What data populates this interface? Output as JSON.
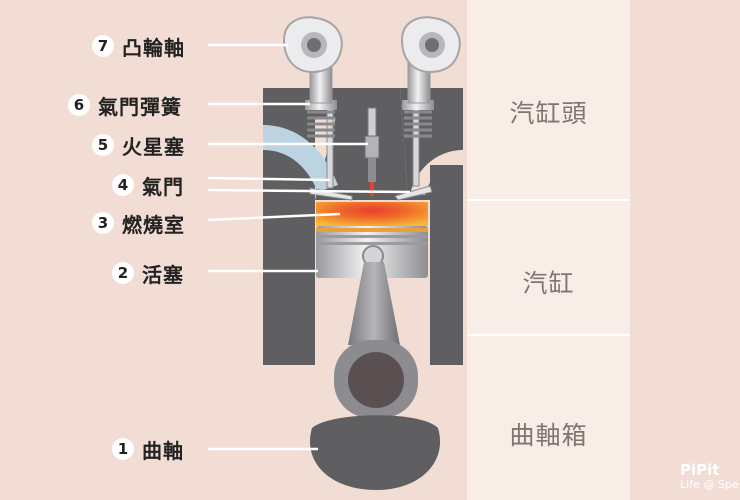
{
  "parts": [
    {
      "number": "7",
      "label": "凸輪軸"
    },
    {
      "number": "6",
      "label": "氣門彈簧"
    },
    {
      "number": "5",
      "label": "火星塞"
    },
    {
      "number": "4",
      "label": "氣門"
    },
    {
      "number": "3",
      "label": "燃燒室"
    },
    {
      "number": "2",
      "label": "活塞"
    },
    {
      "number": "1",
      "label": "曲軸"
    }
  ],
  "sections": [
    "汽缸頭",
    "汽缸",
    "曲軸箱"
  ],
  "watermark": {
    "brand": "PiPit",
    "tagline": "Life @ Spe"
  },
  "colors": {
    "background": "#f2ddd4",
    "panel": "#f9ede8",
    "engine_block": "#5f5f62",
    "combustion": "#e8402f",
    "flame": "#f6a22d"
  }
}
